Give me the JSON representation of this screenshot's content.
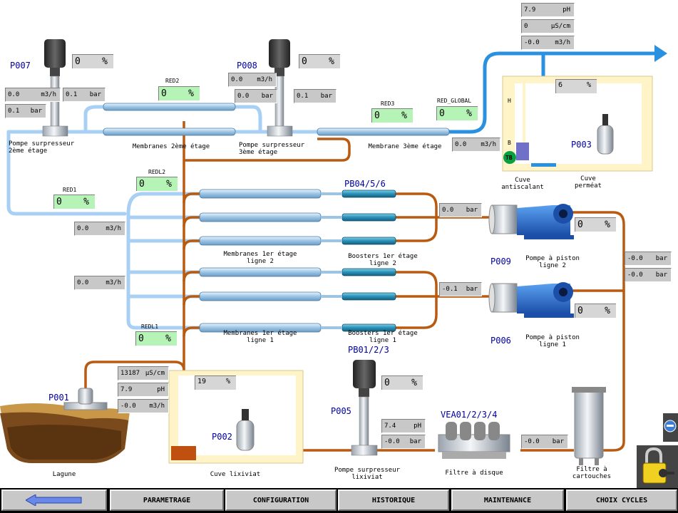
{
  "colors": {
    "water": "#a8d0f4",
    "brine": "#b85a10",
    "pump_blue": "#3a7cd8",
    "dark_blue": "#1a58c0",
    "tank_frame": "#fff3c8",
    "alarm_green": "#0aa040"
  },
  "tags": {
    "p007": "P007",
    "p008": "P008",
    "p003": "P003",
    "p009": "P009",
    "p006": "P006",
    "p001": "P001",
    "p002": "P002",
    "p005": "P005",
    "pb456": "PB04/5/6",
    "pb123": "PB01/2/3",
    "vea": "VEA01/2/3/4",
    "red2": "RED2",
    "red3": "RED3",
    "red_global": "RED_GLOBAL",
    "red1": "RED1",
    "redl2": "REDL2",
    "redl1": "REDL1",
    "tank_h": "H",
    "tank_b": "B",
    "tb": "TB"
  },
  "labels": {
    "pompe_2eme": "Pompe surpresseur\n2ème étage",
    "membranes_2eme": "Membranes 2ème étage",
    "pompe_3eme": "Pompe surpresseur\n3ème étage",
    "membrane_3eme": "Membrane 3ème étage",
    "cuve_antiscalant": "Cuve\nantiscalant",
    "cuve_permeat": "Cuve\nperméat",
    "membranes_l2": "Membranes 1er étage\nligne 2",
    "boosters_l2": "Boosters 1er étage\nligne 2",
    "pompe_piston_l2": "Pompe à piston\nligne 2",
    "membranes_l1": "Membranes 1er étage\nligne 1",
    "boosters_l1": "Boosters 1er étage\nligne 1",
    "pompe_piston_l1": "Pompe à piston\nligne 1",
    "lagune": "Lagune",
    "cuve_lixiviat": "Cuve lixiviat",
    "pompe_lixiviat": "Pompe surpresseur\nlixiviat",
    "filtre_disque": "Filtre à disque",
    "filtre_cartouches": "Filtre à\ncartouches"
  },
  "readings": {
    "p007_pct": {
      "v": "0",
      "u": "%"
    },
    "p007_flow": {
      "v": "0.0",
      "u": "m3/h"
    },
    "p007_p1": {
      "v": "0.1",
      "u": "bar"
    },
    "p007_p2": {
      "v": "0.1",
      "u": "bar"
    },
    "red2": {
      "v": "0",
      "u": "%"
    },
    "p008_flow": {
      "v": "0.0",
      "u": "m3/h"
    },
    "p008_p1": {
      "v": "0.0",
      "u": "bar"
    },
    "p008_p2": {
      "v": "0.1",
      "u": "bar"
    },
    "p008_pct": {
      "v": "0",
      "u": "%"
    },
    "ph_out": {
      "v": "7.9",
      "u": "pH"
    },
    "cond_out": {
      "v": "0",
      "u": "µS/cm"
    },
    "flow_out": {
      "v": "-0.0",
      "u": "m3/h"
    },
    "red3": {
      "v": "0",
      "u": "%"
    },
    "red_global": {
      "v": "0",
      "u": "%"
    },
    "perm_flow": {
      "v": "0.0",
      "u": "m3/h"
    },
    "tank_perm_pct": {
      "v": "6",
      "u": "%"
    },
    "red1": {
      "v": "0",
      "u": "%"
    },
    "redl2": {
      "v": "0",
      "u": "%"
    },
    "l2_flow": {
      "v": "0.0",
      "u": "m3/h"
    },
    "l1_flow": {
      "v": "0.0",
      "u": "m3/h"
    },
    "redl1": {
      "v": "0",
      "u": "%"
    },
    "l2_bar": {
      "v": "0.0",
      "u": "bar"
    },
    "l1_bar": {
      "v": "-0.1",
      "u": "bar"
    },
    "p009_pct": {
      "v": "0",
      "u": "%"
    },
    "p006_pct": {
      "v": "0",
      "u": "%"
    },
    "right_bar1": {
      "v": "-0.0",
      "u": "bar"
    },
    "right_bar2": {
      "v": "-0.0",
      "u": "bar"
    },
    "lag_cond": {
      "v": "13187",
      "u": "µS/cm"
    },
    "lag_ph": {
      "v": "7.9",
      "u": "pH"
    },
    "lag_flow": {
      "v": "-0.0",
      "u": "m3/h"
    },
    "lix_pct": {
      "v": "19",
      "u": "%"
    },
    "p005_pct": {
      "v": "0",
      "u": "%"
    },
    "p005_ph": {
      "v": "7.4",
      "u": "pH"
    },
    "p005_bar": {
      "v": "-0.0",
      "u": "bar"
    },
    "cart_bar": {
      "v": "-0.0",
      "u": "bar"
    }
  },
  "nav": {
    "back": "back-arrow",
    "parametrage": "PARAMETRAGE",
    "configuration": "CONFIGURATION",
    "historique": "HISTORIQUE",
    "maintenance": "MAINTENANCE",
    "choix_cycles": "CHOIX CYCLES"
  }
}
